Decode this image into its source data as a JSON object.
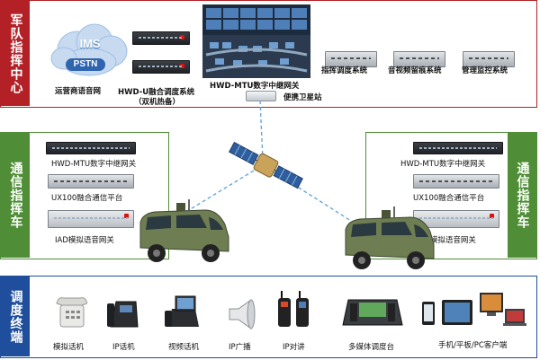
{
  "top": {
    "title": "军队指挥中心",
    "ims_text": "IMS",
    "pstn_text": "PSTN",
    "labels": {
      "carrier": "运营商语音网",
      "hwdu_line1": "HWD-U融合调度系统",
      "hwdu_line2": "（双机热备）",
      "mtu": "HWD-MTU数字中继网关",
      "command": "指挥调度系统",
      "av": "音视频留痕系统",
      "mgmt": "管理监控系统",
      "satellite": "便携卫星站"
    }
  },
  "left_car": {
    "title": "通信指挥车",
    "labels": {
      "mtu": "HWD-MTU数字中继网关",
      "ux100": "UX100融合通信平台",
      "iad": "IAD模拟语音网关"
    }
  },
  "right_car": {
    "title": "通信指挥车",
    "labels": {
      "mtu": "HWD-MTU数字中继网关",
      "ux100": "UX100融合通信平台",
      "iad": "IAD模拟语音网关"
    }
  },
  "terminals": {
    "title": "调度终端",
    "items": [
      "模拟话机",
      "IP话机",
      "视频话机",
      "IP广播",
      "IP对讲",
      "多媒体调度台",
      "手机/平板/PC客户端"
    ]
  },
  "colors": {
    "red_panel": "#b32127",
    "green_panel": "#4f8e36",
    "blue_panel": "#1f4e9c",
    "link": "#5ba2d8"
  },
  "icons": [
    "cloud-icon",
    "rack-server-icon",
    "video-wall-icon",
    "satellite-icon",
    "vehicle-icon",
    "phone-icon",
    "speaker-icon",
    "radio-icon",
    "console-icon",
    "tablet-icon"
  ]
}
